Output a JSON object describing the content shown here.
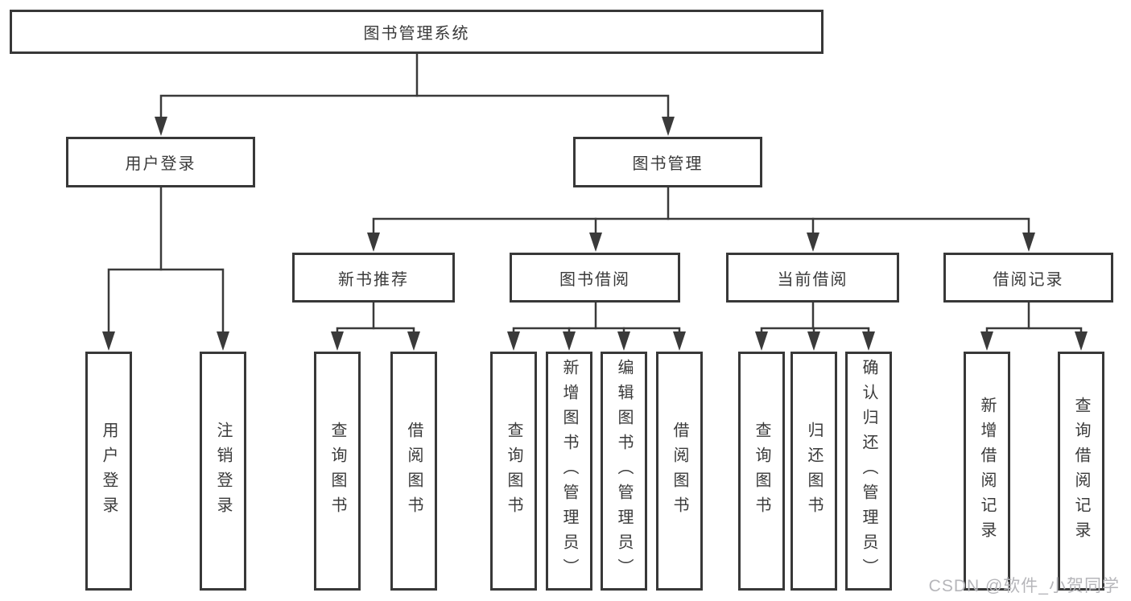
{
  "diagram": {
    "root": "图书管理系统",
    "level2": [
      "用户登录",
      "图书管理"
    ],
    "level3": [
      "新书推荐",
      "图书借阅",
      "当前借阅",
      "借阅记录"
    ],
    "leaves_user_login": [
      "用户登录",
      "注销登录"
    ],
    "leaves_new_books": [
      "查询图书",
      "借阅图书"
    ],
    "leaves_book_borrow": [
      "查询图书",
      "新增图书（管理员）",
      "编辑图书（管理员）",
      "借阅图书"
    ],
    "leaves_current_borrow": [
      "查询图书",
      "归还图书",
      "确认归还（管理员）"
    ],
    "leaves_borrow_records": [
      "新增借阅记录",
      "查询借阅记录"
    ]
  },
  "watermark": "CSDN @软件_小贺同学",
  "colors": {
    "line": "#3a3a3a",
    "box_border": "#383838",
    "text": "#3a3a3a",
    "watermark": "#b6b6ba",
    "background": "#ffffff"
  }
}
